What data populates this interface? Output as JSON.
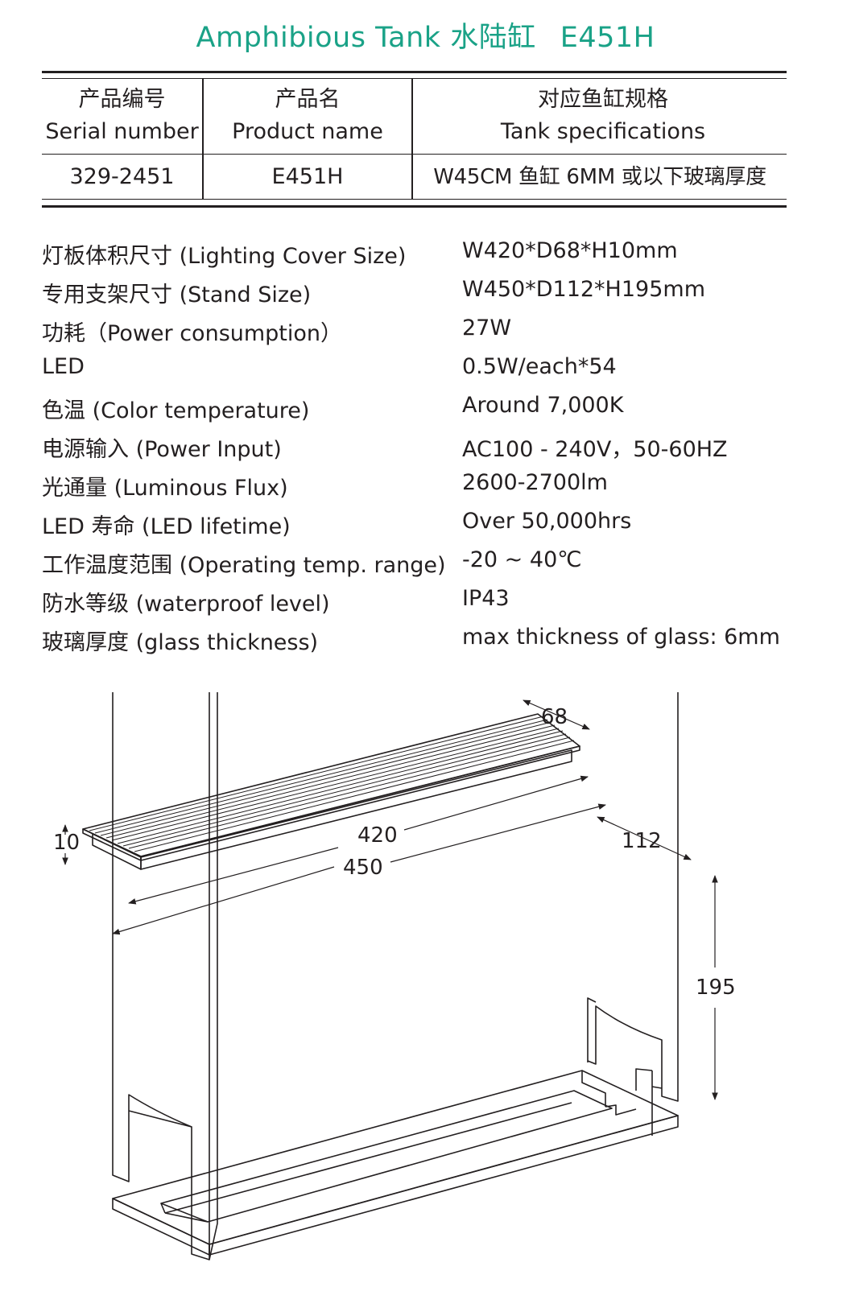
{
  "header": {
    "title": "Amphibious Tank 水陆缸",
    "model": "E451H"
  },
  "table": {
    "columns": [
      {
        "zh": "产品编号",
        "en": "Serial number"
      },
      {
        "zh": "产品名",
        "en": "Product name"
      },
      {
        "zh": "对应鱼缸规格",
        "en": "Tank specifications"
      }
    ],
    "row": [
      "329-2451",
      "E451H",
      "W45CM 鱼缸 6MM 或以下玻璃厚度"
    ]
  },
  "specs": [
    {
      "label": "灯板体积尺寸 (Lighting Cover Size)",
      "value": "W420*D68*H10mm"
    },
    {
      "label": "专用支架尺寸 (Stand Size)",
      "value": "W450*D112*H195mm"
    },
    {
      "label": "功耗（Power consumption）",
      "value": "27W"
    },
    {
      "label": "LED",
      "value": "0.5W/each*54"
    },
    {
      "label": "色温 (Color temperature)",
      "value": "Around 7,000K"
    },
    {
      "label": "电源输入 (Power Input)",
      "value": "AC100 - 240V，50-60HZ"
    },
    {
      "label": "光通量 (Luminous Flux)",
      "value": "2600-2700lm"
    },
    {
      "label": "LED 寿命 (LED lifetime)",
      "value": "Over 50,000hrs"
    },
    {
      "label": "工作温度范围 (Operating temp. range)",
      "value": "-20 ~ 40℃"
    },
    {
      "label": "防水等级 (waterproof level)",
      "value": "IP43"
    },
    {
      "label": "玻璃厚度 (glass thickness)",
      "value": "max thickness of glass: 6mm"
    }
  ],
  "diagram": {
    "dim_depth_light": "68",
    "dim_width_light": "420",
    "dim_height_light": "10",
    "dim_width_stand": "450",
    "dim_depth_stand": "112",
    "dim_height_stand": "195"
  }
}
